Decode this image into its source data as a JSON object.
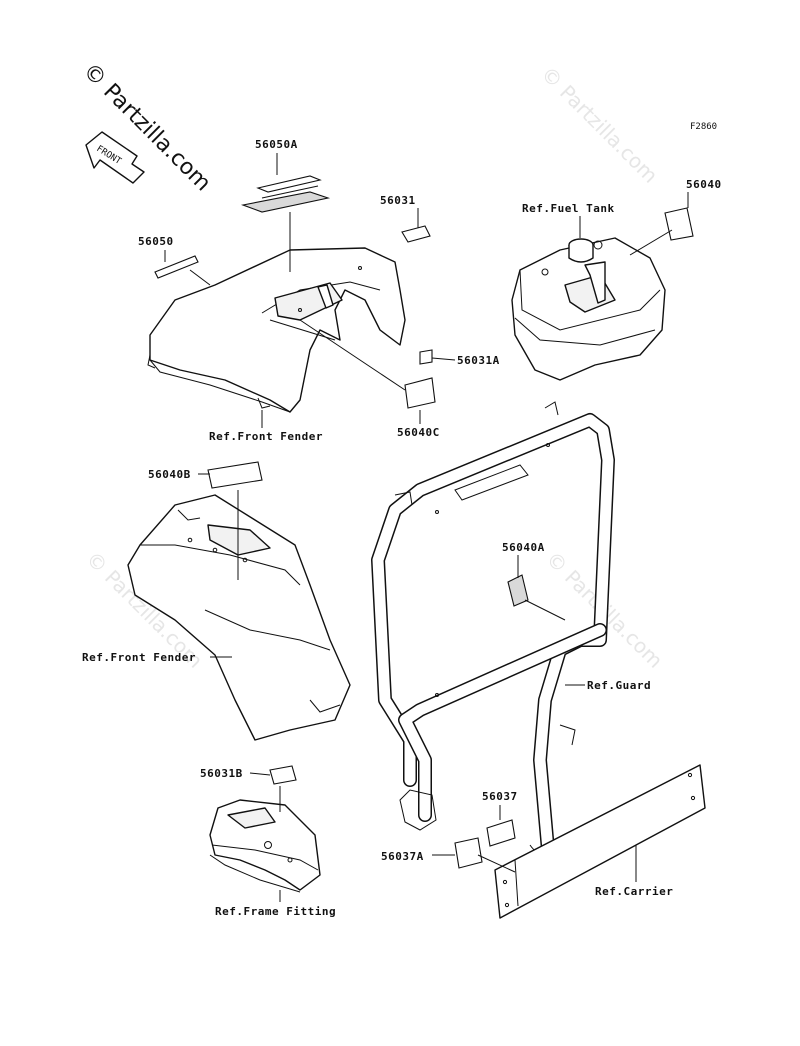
{
  "watermark": {
    "main": "© Partzilla.com",
    "repeat": "© Partzilla.com"
  },
  "figure_code": "F2860",
  "front_arrow": "FRONT",
  "parts": {
    "p56050A": "56050A",
    "p56050": "56050",
    "p56031": "56031",
    "p56040": "56040",
    "p56031A": "56031A",
    "p56040C": "56040C",
    "p56040B": "56040B",
    "p56040A": "56040A",
    "p56031B": "56031B",
    "p56037": "56037",
    "p56037A": "56037A"
  },
  "refs": {
    "fuel_tank": "Ref.Fuel Tank",
    "front_fender_top": "Ref.Front Fender",
    "front_fender_mid": "Ref.Front Fender",
    "guard": "Ref.Guard",
    "frame_fitting": "Ref.Frame Fitting",
    "carrier": "Ref.Carrier"
  }
}
